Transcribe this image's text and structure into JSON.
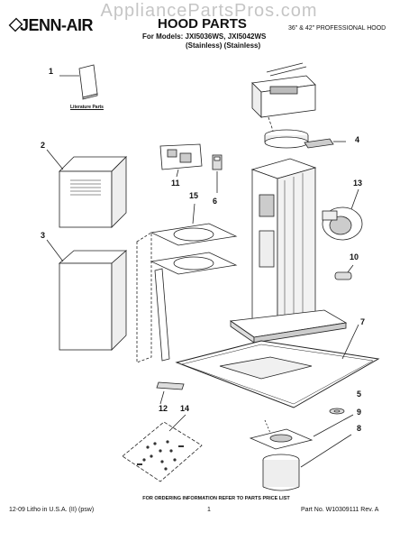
{
  "watermark": "AppliancePartsPros.com",
  "header": {
    "brand": "JENN-AIR",
    "title": "HOOD PARTS",
    "models_line": "For Models: JXI5036WS, JXI5042WS",
    "variants_line": "(Stainless)   (Stainless)",
    "hood_size": "36\" & 42\" PROFESSIONAL HOOD"
  },
  "labels": {
    "literature_parts": "Literature Parts",
    "ordering_note": "FOR ORDERING INFORMATION REFER TO PARTS PRICE LIST"
  },
  "callouts": {
    "c1": "1",
    "c2": "2",
    "c3": "3",
    "c4": "4",
    "c5": "5",
    "c6": "6",
    "c7": "7",
    "c8": "8",
    "c9": "9",
    "c10": "10",
    "c11": "11",
    "c12": "12",
    "c13": "13",
    "c14": "14",
    "c15": "15"
  },
  "footer": {
    "left": "12-09 Litho in U.S.A. (II) (psw)",
    "center": "1",
    "right": "Part No. W10309111 Rev. A"
  }
}
